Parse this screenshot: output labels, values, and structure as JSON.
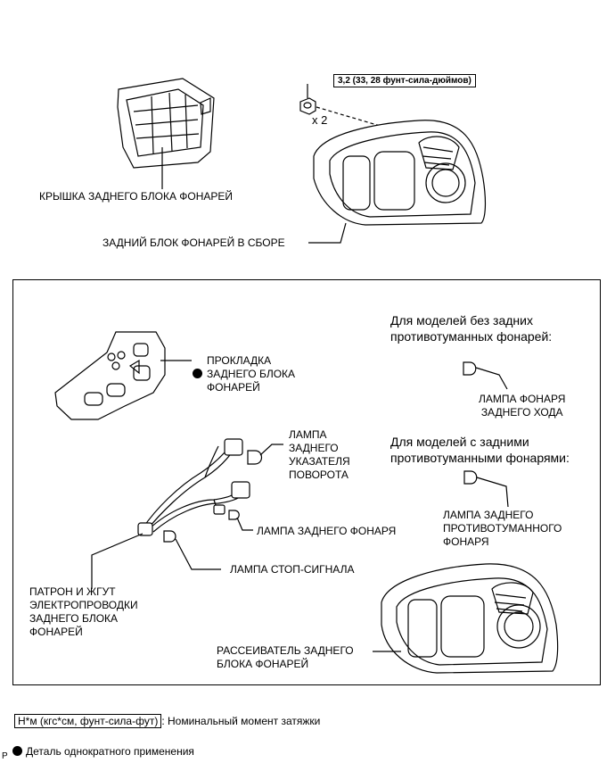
{
  "torque_spec": "3,2 (33, 28 фунт-сила-дюймов)",
  "quantity": "x 2",
  "labels": {
    "cover": "КРЫШКА ЗАДНЕГО БЛОКА ФОНАРЕЙ",
    "assembly": "ЗАДНИЙ БЛОК ФОНАРЕЙ В СБОРЕ",
    "gasket": "ПРОКЛАДКА\nЗАДНЕГО БЛОКА\nФОНАРЕЙ",
    "turn_lamp": "ЛАМПА\nЗАДНЕГО\nУКАЗАТЕЛЯ\nПОВОРОТА",
    "tail_lamp": "ЛАМПА ЗАДНЕГО ФОНАРЯ",
    "stop_lamp": "ЛАМПА СТОП-СИГНАЛА",
    "socket_wire": "ПАТРОН И ЖГУТ\nЭЛЕКТРОПРОВОДКИ\nЗАДНЕГО БЛОКА\nФОНАРЕЙ",
    "lens": "РАССЕИВАТЕЛЬ ЗАДНЕГО\nБЛОКА ФОНАРЕЙ",
    "backup_lamp": "ЛАМПА ФОНАРЯ\nЗАДНЕГО ХОДА",
    "fog_lamp": "ЛАМПА ЗАДНЕГО\nПРОТИВОТУМАННОГО\nФОНАРЯ"
  },
  "headers": {
    "without_fog": "Для моделей без задних\nпротивотуманных фонарей:",
    "with_fog": "Для моделей с задними\nпротивотуманными фонарями:"
  },
  "legend": {
    "torque_units": "Н*м (кгс*см, фунт-сила-фут)",
    "torque_desc": ": Номинальный момент затяжки",
    "non_reusable": "Деталь однократного применения"
  },
  "corner_mark": "P"
}
